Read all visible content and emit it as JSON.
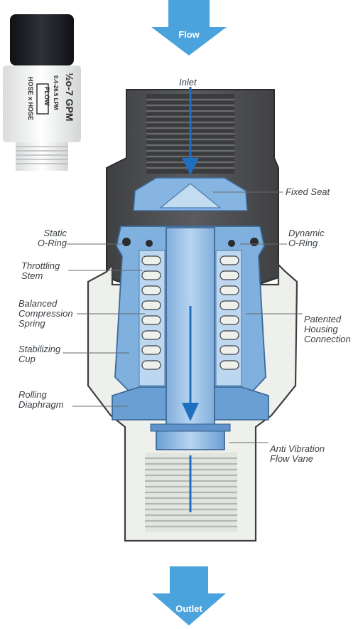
{
  "flow_arrows": {
    "top": "Flow",
    "bottom": "Outlet"
  },
  "product": {
    "rating": "½o-7 GPM",
    "lpm": "0.4-26.5 LPM",
    "flow_badge": "FLOW",
    "connection": "HOSE x HOSE"
  },
  "labels": {
    "inlet": "Inlet",
    "fixed_seat": "Fixed Seat",
    "static_oring": [
      "Static",
      "O-Ring"
    ],
    "dynamic_oring": [
      "Dynamic",
      "O-Ring"
    ],
    "throttling_stem": [
      "Throttling",
      "Stem"
    ],
    "balanced_spring": [
      "Balanced",
      "Compression",
      "Spring"
    ],
    "patented_housing": [
      "Patented",
      "Housing",
      "Connection"
    ],
    "stabilizing_cup": [
      "Stabilizing",
      "Cup"
    ],
    "rolling_diaphragm": [
      "Rolling",
      "Diaphragm"
    ],
    "anti_vibration": [
      "Anti Vibration",
      "Flow Vane"
    ]
  },
  "colors": {
    "arrow_blue": "#4aa3dc",
    "dark_housing": "#4d4d4f",
    "light_housing": "#eef0ec",
    "blue_body": "#7fb0de",
    "blue_light": "#bcd7ef",
    "flow_line": "#1e6fc0",
    "product_cap": "#1a1c20"
  }
}
